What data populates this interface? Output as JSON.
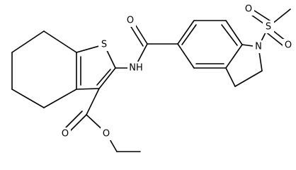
{
  "molecule": {
    "atoms": {
      "sulfur_thiophene": "S",
      "amide_nitrogen": "NH",
      "amide_oxygen": "O",
      "indoline_nitrogen": "N",
      "sulfonyl_sulfur": "S",
      "sulfonyl_oxygen_top": "O",
      "sulfonyl_oxygen_bottom": "O",
      "ester_carbonyl_oxygen": "O",
      "ester_ether_oxygen": "O"
    },
    "colors": {
      "bonds": "#000000",
      "labels": "#000000",
      "background": "#ffffff"
    }
  }
}
